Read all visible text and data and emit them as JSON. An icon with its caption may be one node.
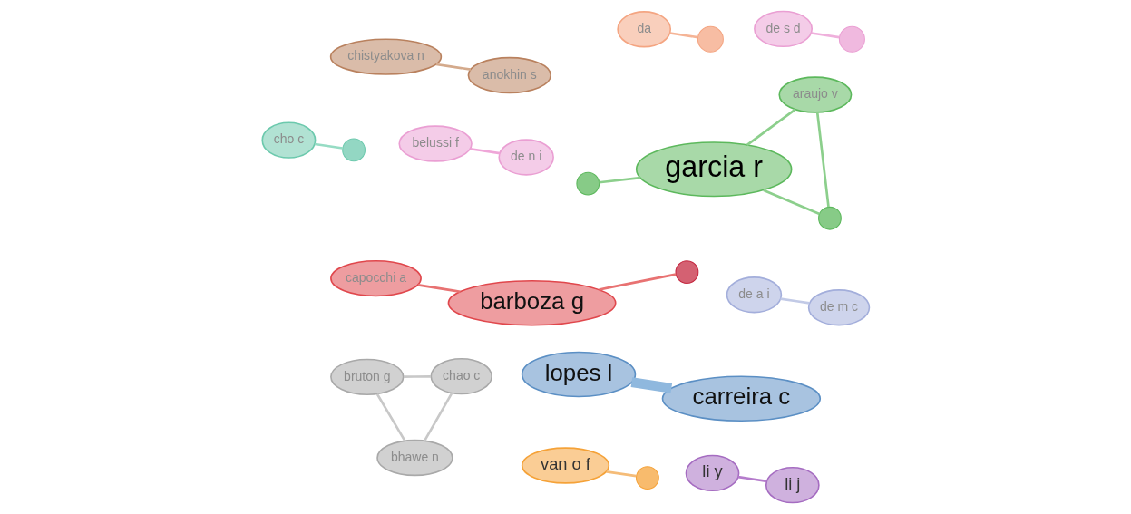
{
  "diagram": {
    "nodes": [
      {
        "text": [
          "capocchi a"
        ]
      },
      {
        "text": [
          "bruton g"
        ]
      },
      {
        "text": [
          "de a i"
        ]
      },
      {
        "text": [],
        "shape": "circle"
      },
      {
        "text": [
          "li y"
        ]
      },
      {
        "text": [
          "chao c"
        ]
      },
      {
        "text": [
          "li j"
        ]
      },
      {
        "text": [
          "de s d"
        ]
      },
      {
        "text": [
          "bhawe n"
        ]
      },
      {
        "text": [
          "da"
        ]
      },
      {
        "text": [
          "lopes l"
        ]
      },
      {
        "text": [],
        "shape": "circle"
      },
      {
        "text": [
          "garcia r"
        ]
      },
      {
        "text": [],
        "shape": "circle"
      },
      {
        "text": [
          "barboza g"
        ]
      },
      {
        "text": [],
        "shape": "circle"
      },
      {
        "text": [
          "chistyakova n"
        ]
      },
      {
        "text": [
          "belussi f"
        ]
      },
      {
        "text": [],
        "shape": "circle"
      },
      {
        "text": [
          "carreira c"
        ]
      },
      {
        "text": [
          "de m c"
        ]
      },
      {
        "text": [
          "van o f"
        ]
      },
      {
        "text": [
          "cho c"
        ]
      },
      {
        "text": [
          "de n i"
        ]
      },
      {
        "text": [
          "araujo v"
        ]
      },
      {
        "text": [],
        "shape": "circle"
      },
      {
        "text": [
          "anokhin s"
        ]
      },
      {
        "text": [],
        "shape": "circle"
      }
    ],
    "edges": [
      {
        "from": 1,
        "to": 5,
        "arrow": "none",
        "color": "#c8c8c8"
      },
      {
        "from": 1,
        "to": 8,
        "arrow": "none",
        "color": "#c8c8c8"
      },
      {
        "from": 8,
        "to": 5,
        "arrow": "none",
        "color": "#c8c8c8"
      },
      {
        "from": 2,
        "to": 20,
        "arrow": "none",
        "color": "#c2cae6"
      },
      {
        "from": 0,
        "to": 14,
        "arrow": "none",
        "color": "#e87272"
      },
      {
        "from": 6,
        "to": 4,
        "arrow": "none",
        "color": "#b57ccc"
      },
      {
        "from": 3,
        "to": 12,
        "arrow": "none",
        "color": "#8ccf8c"
      },
      {
        "from": 7,
        "to": 15,
        "arrow": "none",
        "color": "#efb0dc"
      },
      {
        "from": 14,
        "to": 11,
        "arrow": "none",
        "color": "#e87272"
      },
      {
        "from": 19,
        "to": 10,
        "arrow": "none",
        "style": "thick",
        "color": "#8fb8de"
      },
      {
        "from": 9,
        "to": 13,
        "arrow": "none",
        "color": "#f5b496"
      },
      {
        "from": 12,
        "to": 18,
        "arrow": "none",
        "color": "#8ccf8c"
      },
      {
        "from": 12,
        "to": 24,
        "arrow": "none",
        "color": "#8ccf8c"
      },
      {
        "from": 18,
        "to": 24,
        "arrow": "none",
        "color": "#8ccf8c"
      },
      {
        "from": 17,
        "to": 23,
        "arrow": "none",
        "color": "#efa6d8"
      },
      {
        "from": 25,
        "to": 21,
        "arrow": "none",
        "color": "#f5bc78"
      },
      {
        "from": 16,
        "to": 26,
        "arrow": "none",
        "color": "#d4aa8c"
      },
      {
        "from": 22,
        "to": 27,
        "arrow": "none",
        "color": "#96dcc4"
      }
    ]
  }
}
